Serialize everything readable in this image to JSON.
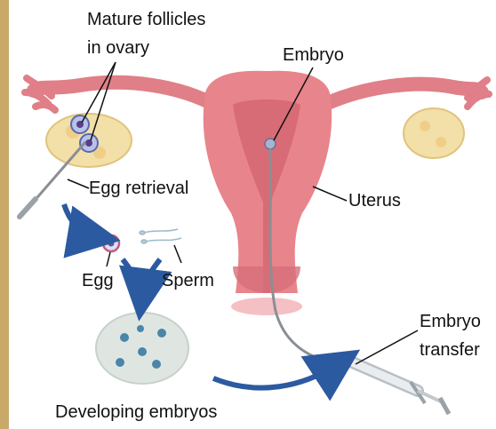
{
  "labels": {
    "mature_follicles_line1": "Mature follicles",
    "mature_follicles_line2": "in ovary",
    "embryo": "Embryo",
    "egg_retrieval": "Egg retrieval",
    "uterus": "Uterus",
    "egg": "Egg",
    "sperm": "Sperm",
    "embryo_transfer_line1": "Embryo",
    "embryo_transfer_line2": "transfer",
    "developing_embryos": "Developing embryos"
  },
  "colors": {
    "uterus_fill": "#e8848b",
    "uterus_inner": "#c95a66",
    "ovary_fill": "#f3dfa8",
    "flow_arrow": "#2c5aa0",
    "left_strip": "#c8a96a",
    "dish_fill": "#dfe6e2",
    "embryo_spot": "#4a86a8"
  }
}
